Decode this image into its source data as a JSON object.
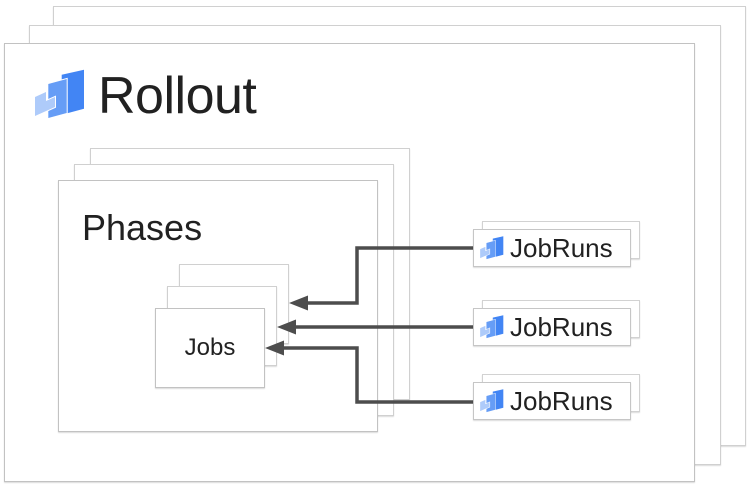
{
  "rollout": {
    "label": "Rollout",
    "icon": "cloud-deploy-icon"
  },
  "phases": {
    "label": "Phases"
  },
  "jobs": {
    "label": "Jobs"
  },
  "jobruns": {
    "icon": "cloud-deploy-icon",
    "items": [
      {
        "label": "JobRuns"
      },
      {
        "label": "JobRuns"
      },
      {
        "label": "JobRuns"
      }
    ]
  },
  "arrows": [
    {
      "from": "jobruns-1",
      "to": "jobs-layer-back"
    },
    {
      "from": "jobruns-2",
      "to": "jobs-layer-middle"
    },
    {
      "from": "jobruns-3",
      "to": "jobs-layer-front"
    }
  ],
  "colors": {
    "icon_blue_large": "#4285f4",
    "icon_blue_medium": "#669df6",
    "icon_blue_small": "#aecbfa",
    "arrow": "#4d4d4d",
    "box_border_front": "#c2c2c2",
    "box_border_back": "#d0d0d0",
    "text": "#212121",
    "background": "#ffffff"
  }
}
